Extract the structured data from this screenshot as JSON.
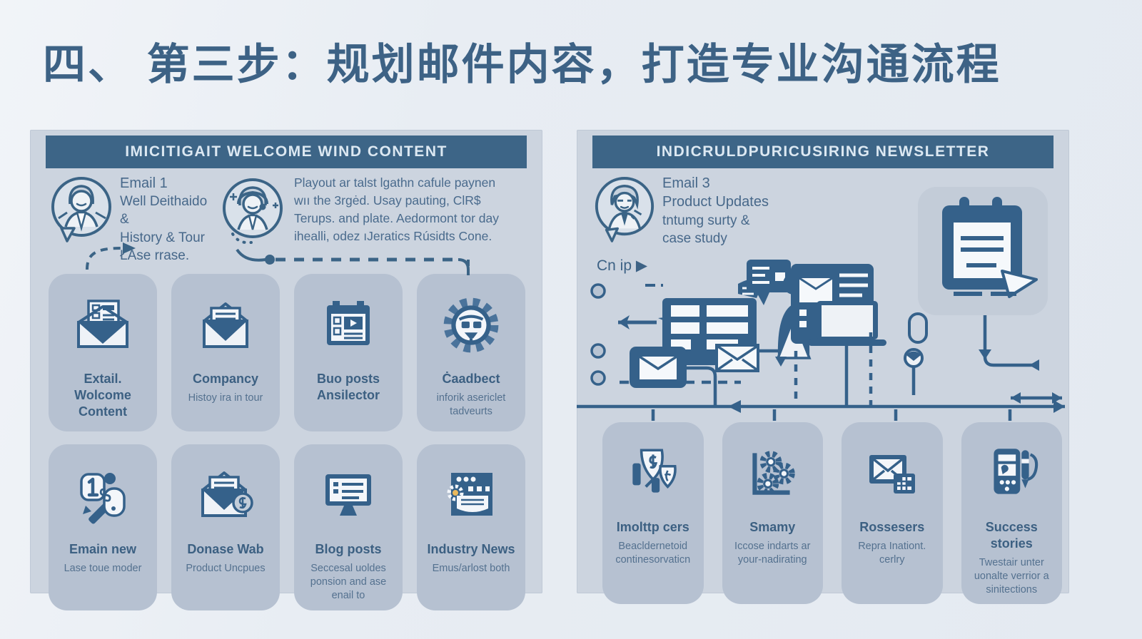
{
  "title": "四、 第三步：规划邮件内容，打造专业沟通流程",
  "colors": {
    "header_bar": "#3d6587",
    "icon_blue": "#35618a",
    "panel_bg": "#ccd4df",
    "card_bg": "#b6c1d1",
    "title_text": "#3d6285",
    "page_bg": "#e8edf3"
  },
  "left_panel": {
    "header": "IMICITIGAIT WELCOME WIND CONTENT",
    "email1": {
      "line1": "Email 1",
      "line2": "Well Deithaido &",
      "line3": "History & Tour",
      "line4": "ŁAse rrase."
    },
    "note": {
      "line1": "Playout ar talst lgathn cafule paynen",
      "line2": "wıı the 3rgėd. Usay pauting, ClR$",
      "line3": "Terups. and plate.  Aedormont tor day",
      "line4": "ihealli, odez ıJeratics Rúsidts Cone."
    },
    "cards": [
      {
        "icon": "envelope-document-icon",
        "title": "Extail. Wolcome Content",
        "subtitle": ""
      },
      {
        "icon": "envelope-letter-icon",
        "title": "Compancy",
        "subtitle": "Histoy ira in tour"
      },
      {
        "icon": "calendar-video-icon",
        "title": "Buo posts Ansilector",
        "subtitle": ""
      },
      {
        "icon": "gear-robot-icon",
        "title": "Ċaadbect",
        "subtitle": "inforik asericlet tadveurts"
      },
      {
        "icon": "pencil-note-icon",
        "title": "Emain new",
        "subtitle": "Lase toue moder"
      },
      {
        "icon": "envelope-dollar-icon",
        "title": "Donase Wab",
        "subtitle": "Product Uncpues"
      },
      {
        "icon": "monitor-list-icon",
        "title": "Blog posts",
        "subtitle": "Seccesal uoldes ponsion and ase enail to"
      },
      {
        "icon": "browser-news-icon",
        "title": "Industry News",
        "subtitle": "Emus/arlost both"
      }
    ]
  },
  "right_panel": {
    "header": "INDICRULDPURICUSIRING NEWSLETTER",
    "email3": {
      "line1": "Email 3",
      "line2": "Product Updates",
      "line3": "tntumg surty &",
      "line4": "case study"
    },
    "flow_label": "Cn ip ▶",
    "cards": [
      {
        "icon": "shield-dollar-icon",
        "title": "Imolttp cers",
        "subtitle": "Beacldernetoid continesorvaticn"
      },
      {
        "icon": "gears-icon",
        "title": "Smamy",
        "subtitle": "Iccose indarts ar your-nadirating"
      },
      {
        "icon": "envelope-card-icon",
        "title": "Rossesers",
        "subtitle": "Repra Inationt. cerlry"
      },
      {
        "icon": "phone-pen-icon",
        "title": "Success stories",
        "subtitle": "Twestair unter uonalte verrior a sinitections"
      }
    ]
  }
}
